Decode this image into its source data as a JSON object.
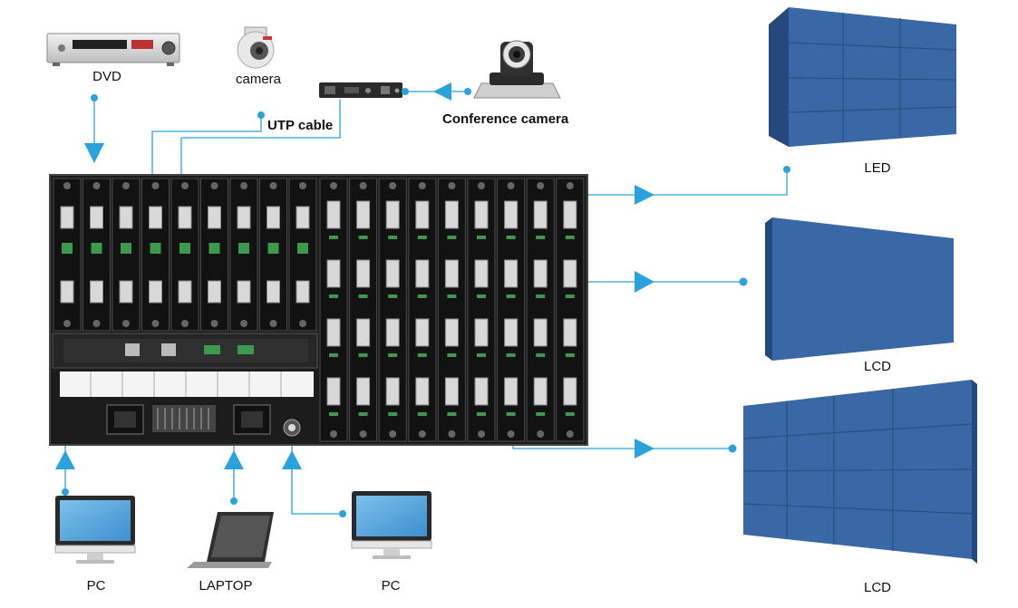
{
  "labels": {
    "dvd": "DVD",
    "camera": "camera",
    "utp_cable": "UTP cable",
    "conference_camera": "Conference camera",
    "led": "LED",
    "lcd_middle": "LCD",
    "lcd_bottom": "LCD",
    "pc_left": "PC",
    "laptop": "LAPTOP",
    "pc_right": "PC"
  },
  "colors": {
    "connector": "#2aa3dc",
    "chassis": "#1c1c1c",
    "wall": "#3a68a6",
    "monitor_screen": "#5aa9dc"
  }
}
